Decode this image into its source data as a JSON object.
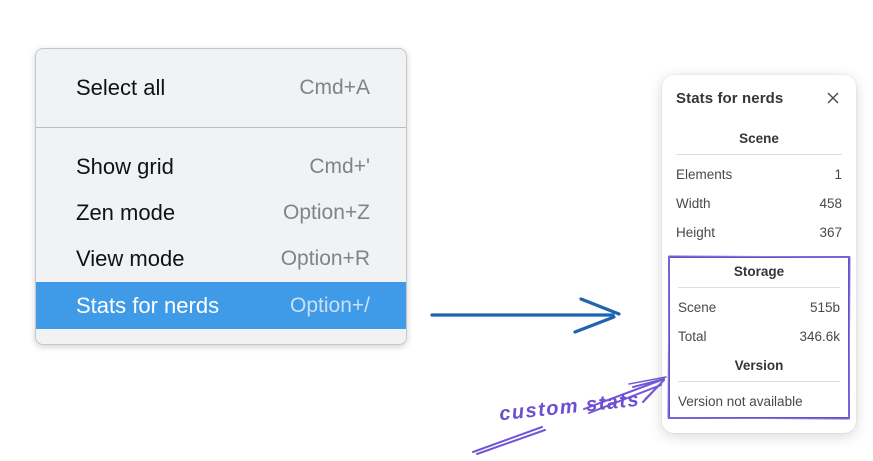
{
  "menu": {
    "items": [
      {
        "label": "Select all",
        "shortcut": "Cmd+A"
      },
      {
        "label": "Show grid",
        "shortcut": "Cmd+'"
      },
      {
        "label": "Zen mode",
        "shortcut": "Option+Z"
      },
      {
        "label": "View mode",
        "shortcut": "Option+R"
      },
      {
        "label": "Stats for nerds",
        "shortcut": "Option+/"
      }
    ],
    "selected_index": 4,
    "selection_color": "#3f9ae8"
  },
  "flow_arrow": {
    "color": "#1f64b0"
  },
  "stats_panel": {
    "title": "Stats for nerds",
    "sections": {
      "scene": {
        "heading": "Scene",
        "rows": [
          {
            "label": "Elements",
            "value": "1"
          },
          {
            "label": "Width",
            "value": "458"
          },
          {
            "label": "Height",
            "value": "367"
          }
        ]
      },
      "storage": {
        "heading": "Storage",
        "rows": [
          {
            "label": "Scene",
            "value": "515b"
          },
          {
            "label": "Total",
            "value": "346.6k"
          }
        ]
      },
      "version": {
        "heading": "Version",
        "note": "Version not available"
      }
    }
  },
  "annotation": {
    "label": "custom stats",
    "color": "#6d4fd2"
  }
}
